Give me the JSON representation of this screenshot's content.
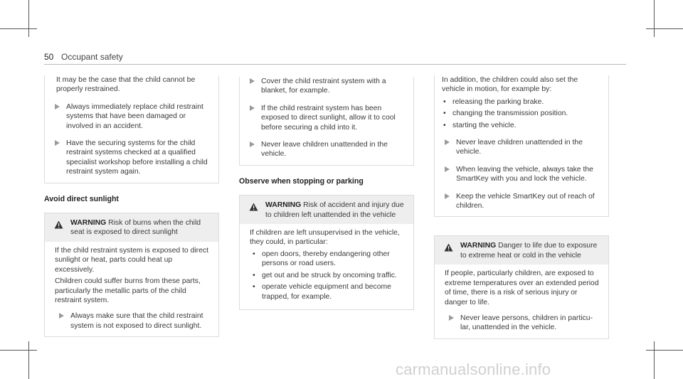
{
  "header": {
    "page_number": "50",
    "section_title": "Occupant safety"
  },
  "col1": {
    "intro": "It may be the case that the child cannot be properly restrained.",
    "steps": [
      "Always immediately replace child restraint systems that have been dam­aged or involved in an accident.",
      "Have the securing systems for the child restraint systems checked at a qualified specialist workshop before installing a child restraint system again."
    ],
    "heading": "Avoid direct sunlight",
    "warning": {
      "label": "WARNING",
      "text": "Risk of burns when the child seat is exposed to direct sunlight",
      "paragraphs": [
        "If the child restraint system is exposed to direct sunlight or heat, parts could heat up excessively.",
        "Children could suffer burns from these parts, particularly the metallic parts of the child restraint system."
      ],
      "step": "Always make sure that the child restraint system is not exposed to direct sunlight."
    }
  },
  "col2": {
    "steps": [
      "Cover the child restraint system with a blanket, for example.",
      "If the child restraint system has been exposed to direct sunlight, allow it to cool before securing a child into it.",
      "Never leave children unattended in the vehicle."
    ],
    "heading": "Observe when stopping or parking",
    "warning": {
      "label": "WARNING",
      "text": "Risk of accident and injury due to children left unattended in the vehicle",
      "paragraph": "If children are left unsupervised in the vehicle, they could, in particular:",
      "bullets": [
        "open doors, thereby endangering other persons or road users.",
        "get out and be struck by oncoming traffic.",
        "operate vehicle equipment and become trapped, for example."
      ]
    }
  },
  "col3": {
    "intro": "In addition, the children could also set the vehicle in motion, for example by:",
    "bullets": [
      "releasing the parking brake.",
      "changing the transmission position.",
      "starting the vehicle."
    ],
    "steps": [
      "Never leave children unattended in the vehicle.",
      "When leaving the vehicle, always take the SmartKey with you and lock the vehicle.",
      "Keep the vehicle SmartKey out of reach of children."
    ],
    "warning": {
      "label": "WARNING",
      "text": "Danger to life due to exposure to extreme heat or cold in the vehicle",
      "paragraph": "If people, particularly children, are exposed to extreme temperatures over an extended period of time, there is a risk of serious injury or danger to life.",
      "step": "Never leave persons, children in particu­lar, unattended in the vehicle."
    }
  },
  "watermark": "carmanualsonline.info"
}
